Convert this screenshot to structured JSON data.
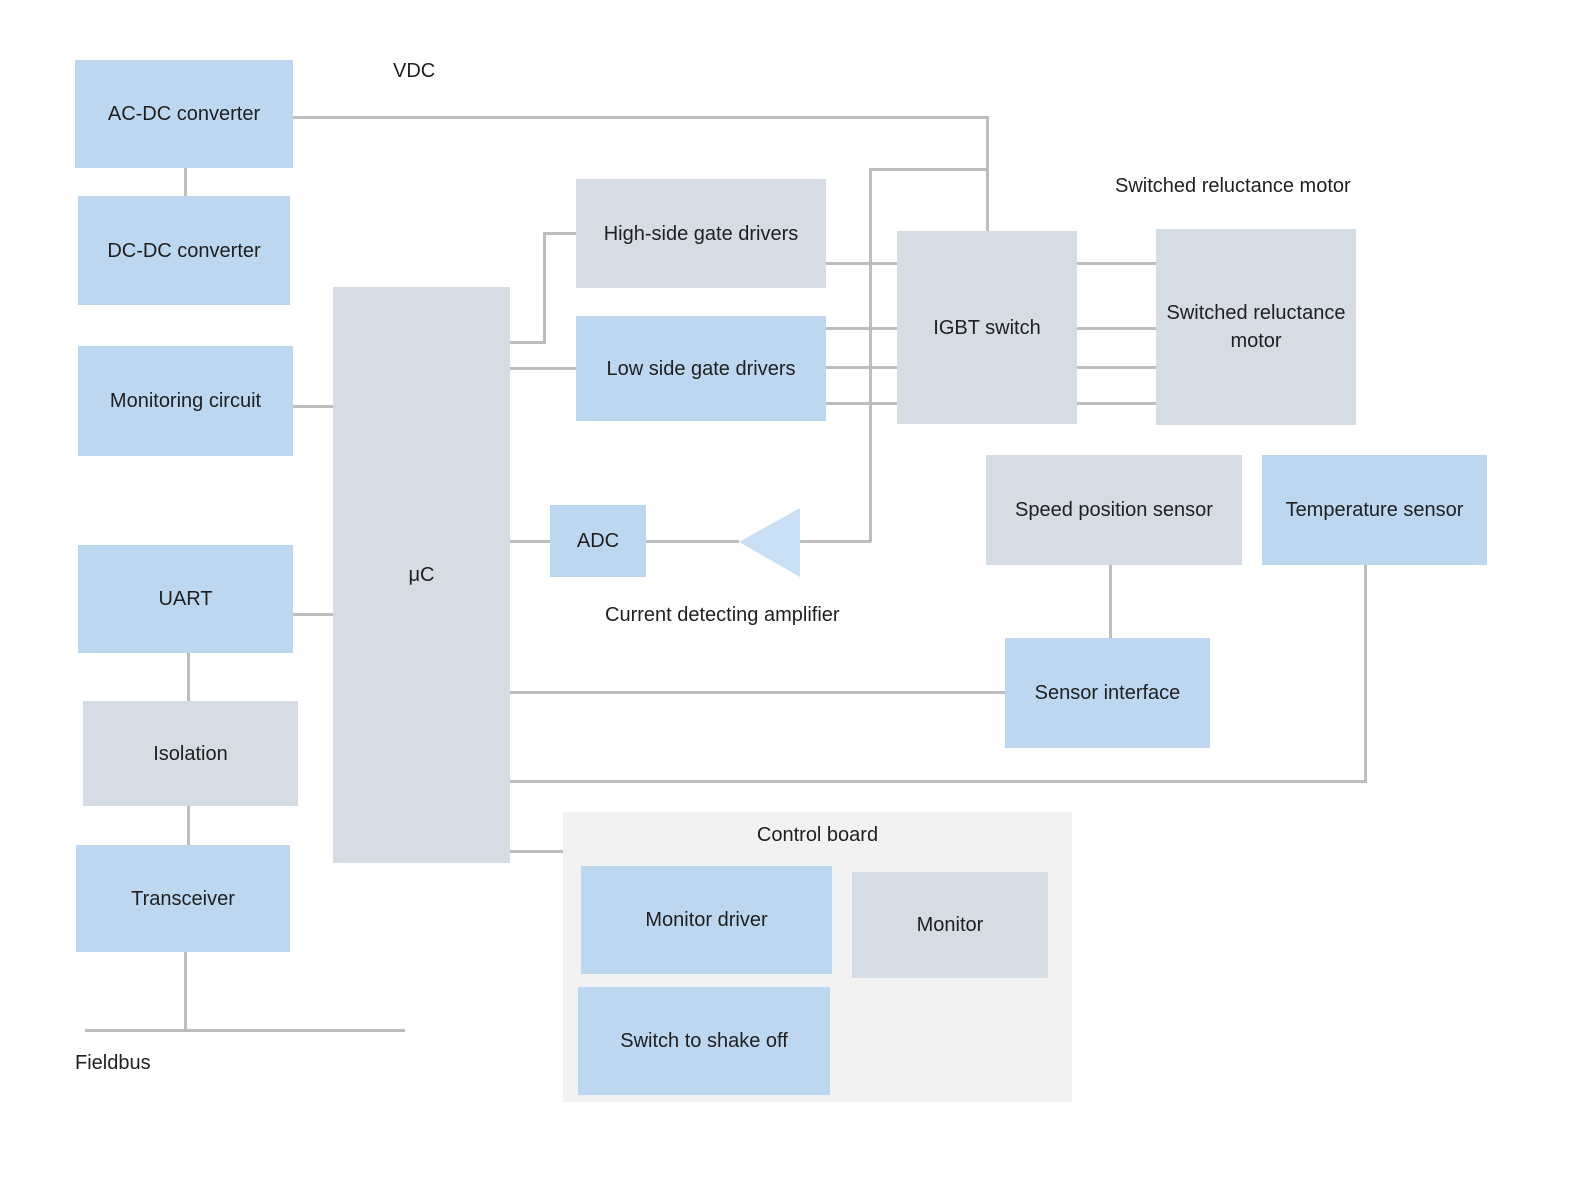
{
  "captions": {
    "vdc": "VDC",
    "srm": "Switched reluctance motor",
    "amplifier": "Current detecting amplifier",
    "fieldbus": "Fieldbus"
  },
  "blocks": {
    "acdc": {
      "label": "AC-DC converter"
    },
    "dcdc": {
      "label": "DC-DC converter"
    },
    "monitoring": {
      "label": "Monitoring circuit"
    },
    "uart": {
      "label": "UART"
    },
    "isolation": {
      "label": "Isolation"
    },
    "transceiver": {
      "label": "Transceiver"
    },
    "uc": {
      "label": "μC"
    },
    "highside": {
      "label": "High-side gate drivers"
    },
    "lowside": {
      "label": "Low side gate drivers"
    },
    "adc": {
      "label": "ADC"
    },
    "igbt": {
      "label": "IGBT switch"
    },
    "motor": {
      "label": "Switched reluctance motor"
    },
    "speed": {
      "label": "Speed  position sensor"
    },
    "temp": {
      "label": "Temperature sensor"
    },
    "sensorif": {
      "label": "Sensor interface"
    },
    "board": {
      "label": "Control board"
    },
    "mondriver": {
      "label": "Monitor driver"
    },
    "monitor": {
      "label": "Monitor"
    },
    "shakeoff": {
      "label": "Switch to shake off"
    }
  },
  "colors": {
    "block_blue": "#bdd7f0",
    "block_gray": "#d6dce4",
    "panel_gray": "#f2f2f2",
    "connector_gray": "#bdbdbd",
    "amplifier_blue": "#c9dff5",
    "text": "#1f1f1f",
    "background": "#ffffff"
  }
}
